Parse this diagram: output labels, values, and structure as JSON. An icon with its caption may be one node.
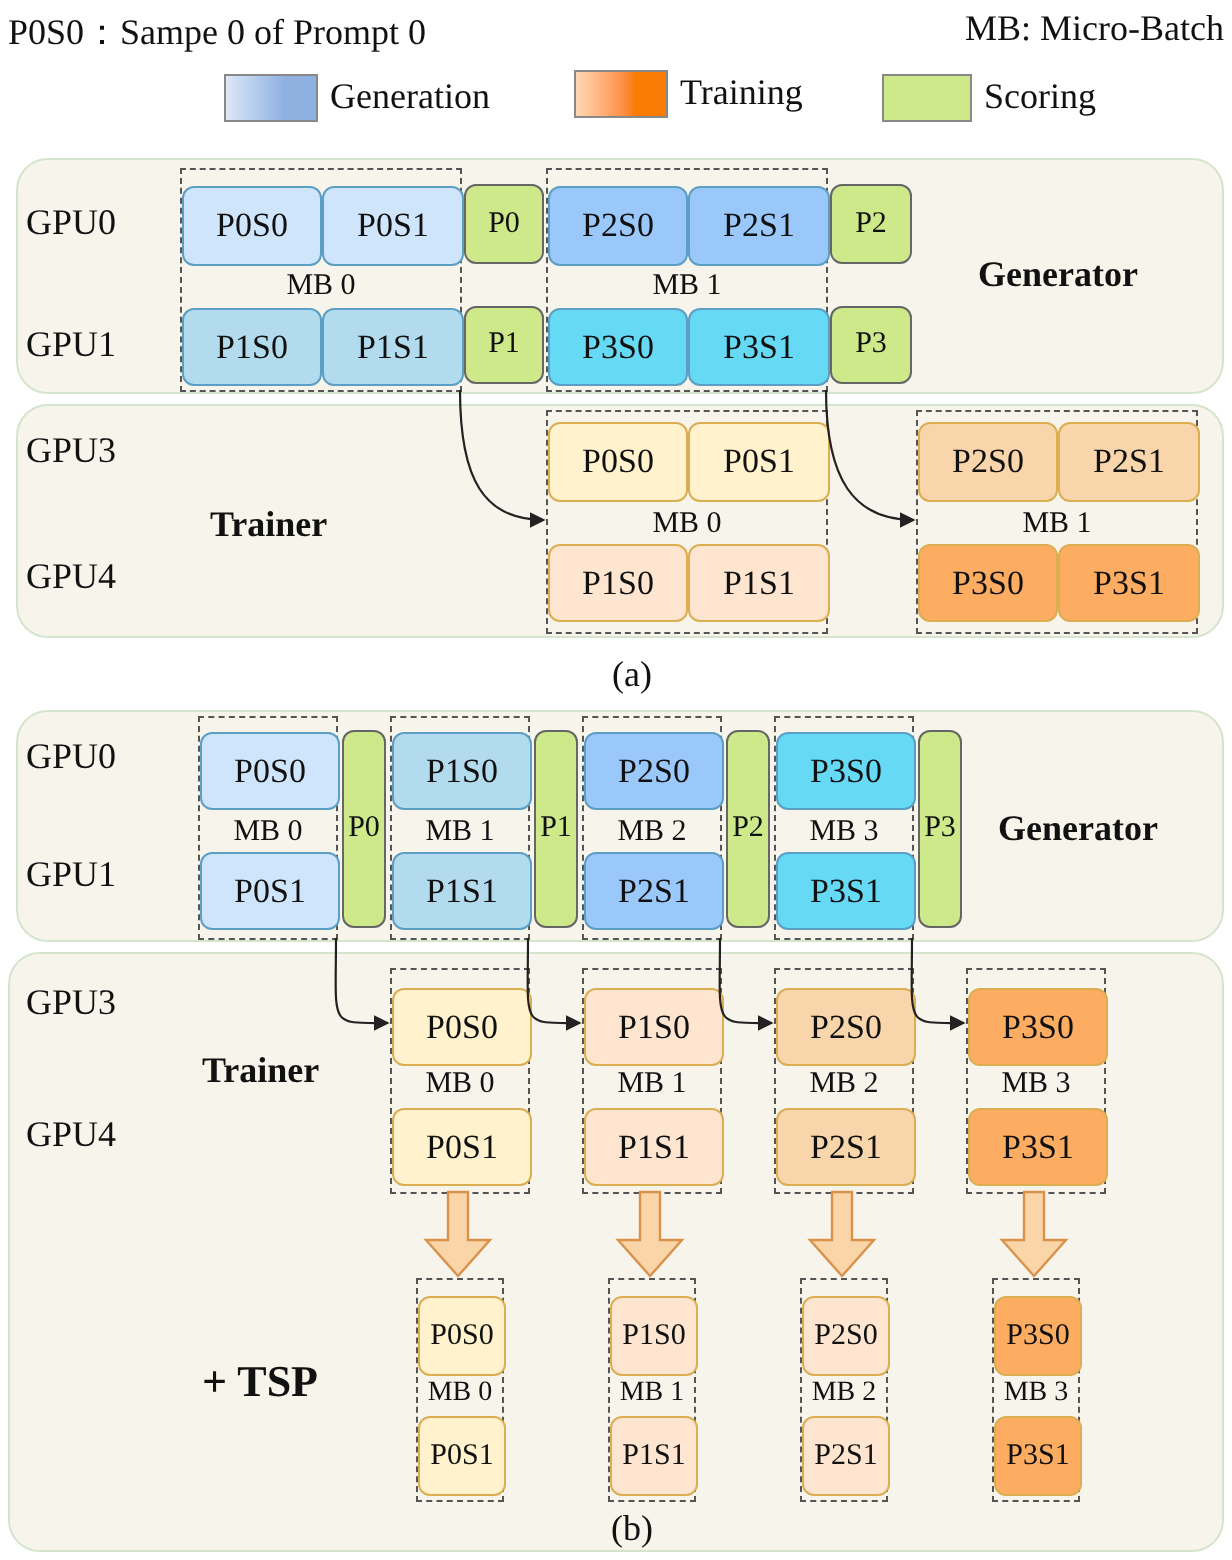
{
  "diagram": {
    "nodes": [
      {
        "text": [
          "GPU0",
          "GPU1",
          "Generator"
        ]
      },
      {
        "text": [
          "MB 0"
        ],
        "in": 0
      },
      {
        "text": [
          "P0S0"
        ],
        "in": 1
      },
      {
        "text": [
          "P0S1"
        ],
        "in": 1
      },
      {
        "text": [
          "P1S0"
        ],
        "in": 1
      },
      {
        "text": [
          "P1S1"
        ],
        "in": 1
      },
      {
        "text": [
          "P0"
        ],
        "in": 0
      },
      {
        "text": [
          "P1"
        ],
        "in": 0
      },
      {
        "text": [
          "MB 1"
        ],
        "in": 0
      },
      {
        "text": [
          "P2S0"
        ],
        "in": 8
      },
      {
        "text": [
          "P2S1"
        ],
        "in": 8
      },
      {
        "text": [
          "P3S0"
        ],
        "in": 8
      },
      {
        "text": [
          "P3S1"
        ],
        "in": 8
      },
      {
        "text": [
          "P2"
        ],
        "in": 0
      },
      {
        "text": [
          "P3"
        ],
        "in": 0
      },
      {
        "text": [
          "GPU3",
          "Trainer",
          "GPU4"
        ]
      },
      {
        "text": [
          "MB 0"
        ],
        "in": 15
      },
      {
        "text": [
          "P0S0"
        ],
        "in": 16
      },
      {
        "text": [
          "P0S1"
        ],
        "in": 16
      },
      {
        "text": [
          "P1S0"
        ],
        "in": 16
      },
      {
        "text": [
          "P1S1"
        ],
        "in": 16
      },
      {
        "text": [
          "MB 1"
        ],
        "in": 15
      },
      {
        "text": [
          "P2S0"
        ],
        "in": 21
      },
      {
        "text": [
          "P2S1"
        ],
        "in": 21
      },
      {
        "text": [
          "P3S0"
        ],
        "in": 21
      },
      {
        "text": [
          "P3S1"
        ],
        "in": 21
      },
      {
        "text": [
          "GPU0",
          "GPU1",
          "Generator"
        ]
      },
      {
        "text": [
          "MB 0"
        ],
        "in": 26
      },
      {
        "text": [
          "P0S0"
        ],
        "in": 27
      },
      {
        "text": [
          "P0S1"
        ],
        "in": 27
      },
      {
        "text": [
          "P0"
        ],
        "in": 26
      },
      {
        "text": [
          "MB 1"
        ],
        "in": 26
      },
      {
        "text": [
          "P1S0"
        ],
        "in": 31
      },
      {
        "text": [
          "P1S1"
        ],
        "in": 31
      },
      {
        "text": [
          "P1"
        ],
        "in": 26
      },
      {
        "text": [
          "MB 2"
        ],
        "in": 26
      },
      {
        "text": [
          "P2S0"
        ],
        "in": 35
      },
      {
        "text": [
          "P2S1"
        ],
        "in": 35
      },
      {
        "text": [
          "P2"
        ],
        "in": 26
      },
      {
        "text": [
          "MB 3"
        ],
        "in": 26
      },
      {
        "text": [
          "P3S0"
        ],
        "in": 39
      },
      {
        "text": [
          "P3S1"
        ],
        "in": 39
      },
      {
        "text": [
          "P3"
        ],
        "in": 26
      },
      {
        "text": [
          "GPU3",
          "Trainer",
          "GPU4",
          "+ TSP"
        ]
      },
      {
        "text": [
          "MB 0"
        ],
        "in": 43
      },
      {
        "text": [
          "P0S0"
        ],
        "in": 44
      },
      {
        "text": [
          "P0S1"
        ],
        "in": 44
      },
      {
        "text": [
          "MB 1"
        ],
        "in": 43
      },
      {
        "text": [
          "P1S0"
        ],
        "in": 47
      },
      {
        "text": [
          "P1S1"
        ],
        "in": 47
      },
      {
        "text": [
          "MB 2"
        ],
        "in": 43
      },
      {
        "text": [
          "P2S0"
        ],
        "in": 50
      },
      {
        "text": [
          "P2S1"
        ],
        "in": 50
      },
      {
        "text": [
          "MB 3"
        ],
        "in": 43
      },
      {
        "text": [
          "P3S0"
        ],
        "in": 53
      },
      {
        "text": [
          "P3S1"
        ],
        "in": 53
      },
      {
        "text": [
          "MB 0"
        ],
        "in": 43
      },
      {
        "text": [
          "P0S0"
        ],
        "in": 56
      },
      {
        "text": [
          "P0S1"
        ],
        "in": 56
      },
      {
        "text": [
          "MB 1"
        ],
        "in": 43
      },
      {
        "text": [
          "P1S0"
        ],
        "in": 59
      },
      {
        "text": [
          "P1S1"
        ],
        "in": 59
      },
      {
        "text": [
          "MB 2"
        ],
        "in": 43
      },
      {
        "text": [
          "P2S0"
        ],
        "in": 62
      },
      {
        "text": [
          "P2S1"
        ],
        "in": 62
      },
      {
        "text": [
          "MB 3"
        ],
        "in": 43
      },
      {
        "text": [
          "P3S0"
        ],
        "in": 65
      },
      {
        "text": [
          "P3S1"
        ],
        "in": 65
      }
    ],
    "edges": [
      {
        "from": 1,
        "to": 16,
        "arrow": "to"
      },
      {
        "from": 8,
        "to": 21,
        "arrow": "to"
      },
      {
        "from": 27,
        "to": 45,
        "arrow": "to"
      },
      {
        "from": 31,
        "to": 48,
        "arrow": "to"
      },
      {
        "from": 35,
        "to": 51,
        "arrow": "to"
      },
      {
        "from": 39,
        "to": 54,
        "arrow": "to"
      },
      {
        "from": 44,
        "to": 56,
        "arrow": "to",
        "style": "thick",
        "color": "#f9d5a7"
      },
      {
        "from": 47,
        "to": 59,
        "arrow": "to",
        "style": "thick",
        "color": "#f9d5a7"
      },
      {
        "from": 50,
        "to": 62,
        "arrow": "to",
        "style": "thick",
        "color": "#f9d5a7"
      },
      {
        "from": 53,
        "to": 65,
        "arrow": "to",
        "style": "thick",
        "color": "#f9d5a7"
      }
    ],
    "labels": [
      "P0S0：Sampe 0 of Prompt 0",
      "MB: Micro-Batch",
      "(a)",
      "(b)"
    ],
    "legend": [
      {
        "text": "Generation",
        "color": "#8eb1e2"
      },
      {
        "text": "Training",
        "color": "#fb7c05"
      },
      {
        "text": "Scoring",
        "color": "#cde98a"
      }
    ]
  }
}
